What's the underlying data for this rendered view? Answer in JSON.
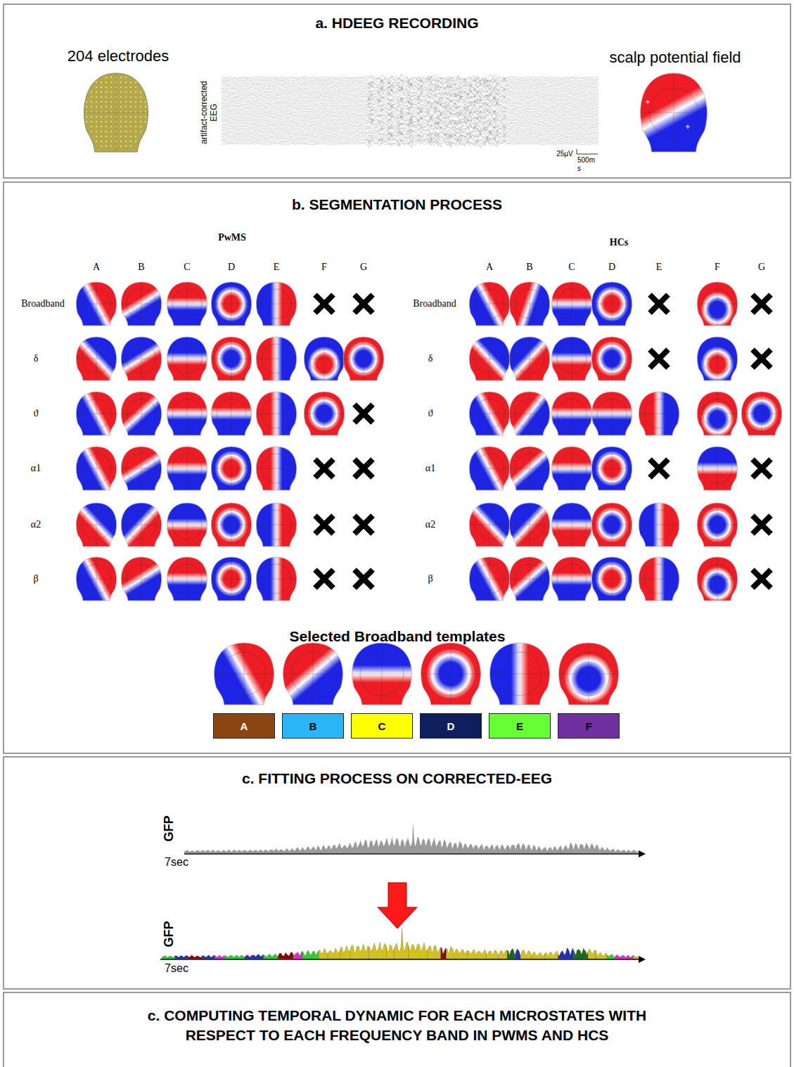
{
  "diagram": {
    "nodes": [
      {
        "text": [
          "a. HDEEG RECORDING"
        ]
      },
      {
        "text": [
          "b. SEGMENTATION PROCESS"
        ]
      },
      {
        "text": [
          "c. FITTING PROCESS ON CORRECTED-EEG"
        ]
      },
      {
        "text": [
          "c. COMPUTING TEMPORAL DYNAMIC FOR EACH MICROSTATES WITH RESPECT TO EACH FREQUENCY BAND IN PWMS AND HCS"
        ]
      }
    ],
    "labels": [
      "204 electrodes",
      "artifact-corrected EEG",
      "25µV",
      "500m s",
      "scalp potential field",
      "PwMS",
      "HCs",
      "A",
      "B",
      "C",
      "D",
      "E",
      "F",
      "G",
      "A",
      "B",
      "C",
      "D",
      "E",
      "F",
      "G",
      "Broadband",
      "δ",
      "ϑ",
      "α1",
      "α2",
      "β",
      "Broadband",
      "δ",
      "ϑ",
      "α1",
      "α2",
      "β",
      "Selected Broadband templates",
      "GFP",
      "7sec",
      "GFP",
      "7sec"
    ],
    "legend": [
      {
        "text": "A",
        "color": "#8b4513"
      },
      {
        "text": "B",
        "color": "#29b6f6"
      },
      {
        "text": "C",
        "color": "#ffff00"
      },
      {
        "text": "D",
        "color": "#0d1f5c"
      },
      {
        "text": "E",
        "color": "#66ff33"
      },
      {
        "text": "F",
        "color": "#7030a0"
      }
    ]
  }
}
